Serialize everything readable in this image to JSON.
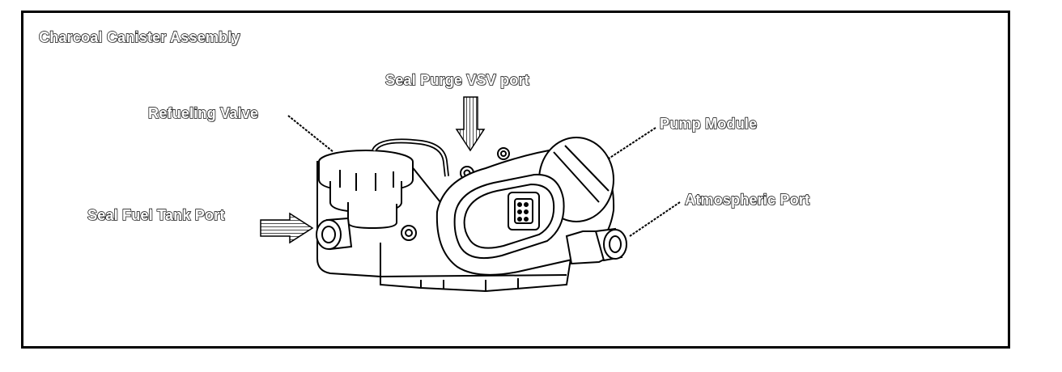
{
  "diagram": {
    "title": "Charcoal Canister Assembly",
    "labels": {
      "seal_purge_vsv_port": "Seal Purge VSV port",
      "refueling_valve": "Refueling Valve",
      "pump_module": "Pump Module",
      "atmospheric_port": "Atmospheric Port",
      "seal_fuel_tank_port": "Seal Fuel Tank Port"
    }
  }
}
